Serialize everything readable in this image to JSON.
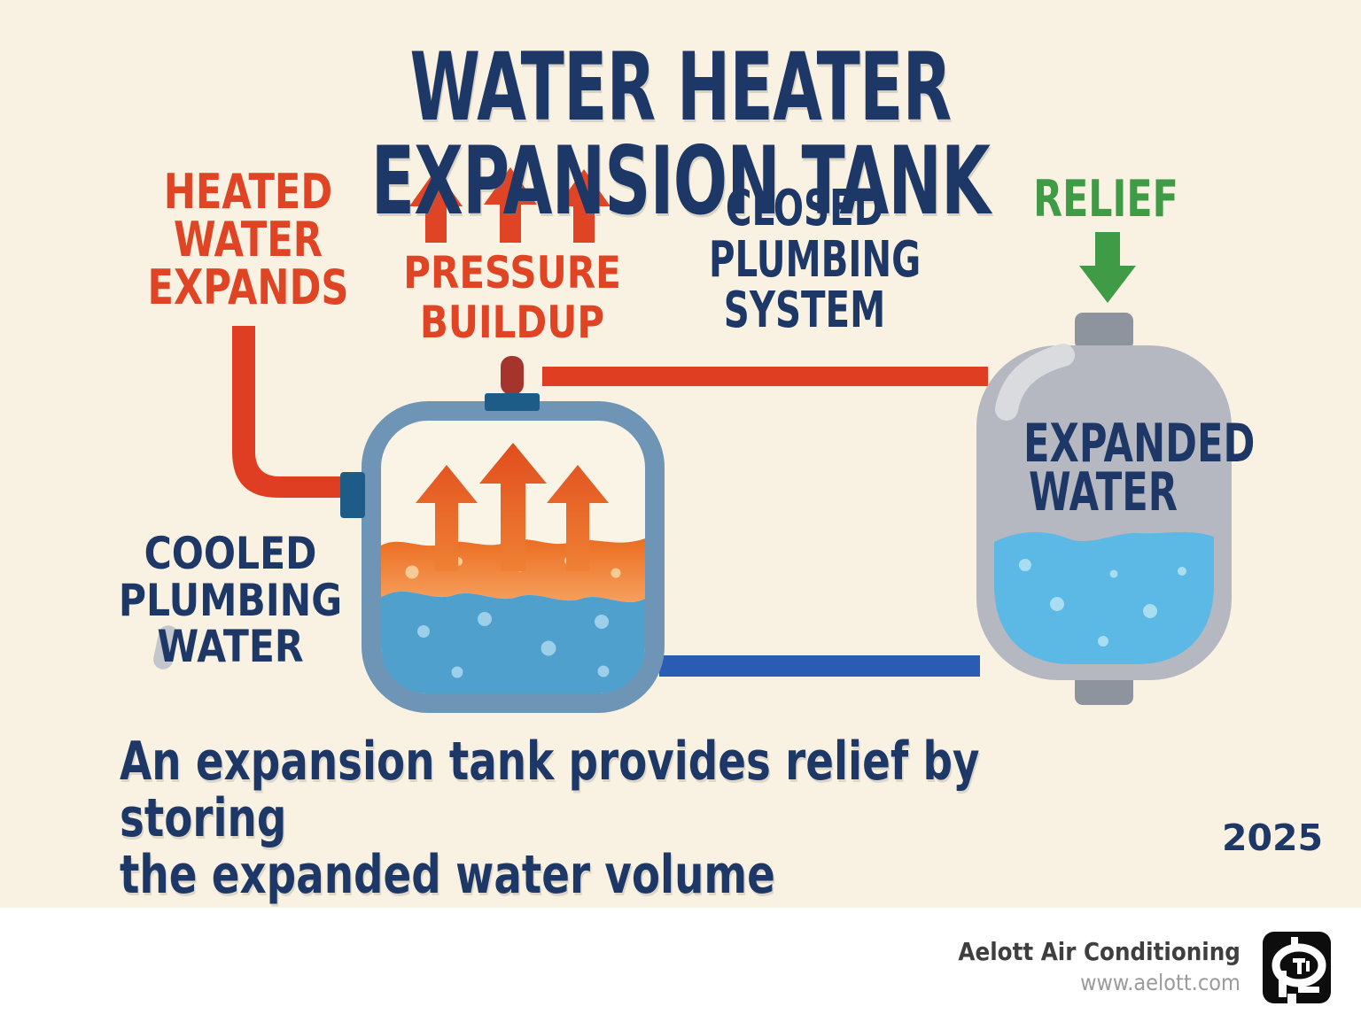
{
  "title": "WATER HEATER EXPANSION TANK",
  "labels": {
    "heated_water": "HEATED\nWATER\nEXPANDS",
    "pressure_buildup": "PRESSURE\nBUILDUP",
    "closed_system": "CLOSED\nPLUMBING\nSYSTEM",
    "relief": "RELIEF",
    "expanded_water": "EXPANDED\nWATER",
    "cooled_water": "COOLED\nPLUMBING\nWATER"
  },
  "caption": "An expansion tank provides relief by storing\nthe expanded water volume",
  "year": "2025",
  "footer": {
    "company": "Aelott Air Conditioning",
    "website": "www.aelott.com"
  },
  "icons": {
    "pressure_arrows": "three-up-arrows",
    "relief_arrow": "down-arrow",
    "expansion_arrows": "three-up-arrows-in-tank",
    "company_logo": "black-rounded-square-scribble"
  },
  "colors": {
    "background": "#f9f2e2",
    "navy": "#1d3866",
    "red": "#df4425",
    "green": "#3f9b46",
    "hot_pipe": "#e03e22",
    "cold_pipe": "#2b5cb3",
    "tank_border": "#6e94b6",
    "fitting_blue": "#1d5c87",
    "valve_red": "#a5342c",
    "hot_layer": "#ec6c1d",
    "heater_water": "#4fa0cd",
    "expansion_tank_gray": "#b6b8c1",
    "expansion_water": "#5cb8e4",
    "footer_bg": "#ffffff"
  }
}
